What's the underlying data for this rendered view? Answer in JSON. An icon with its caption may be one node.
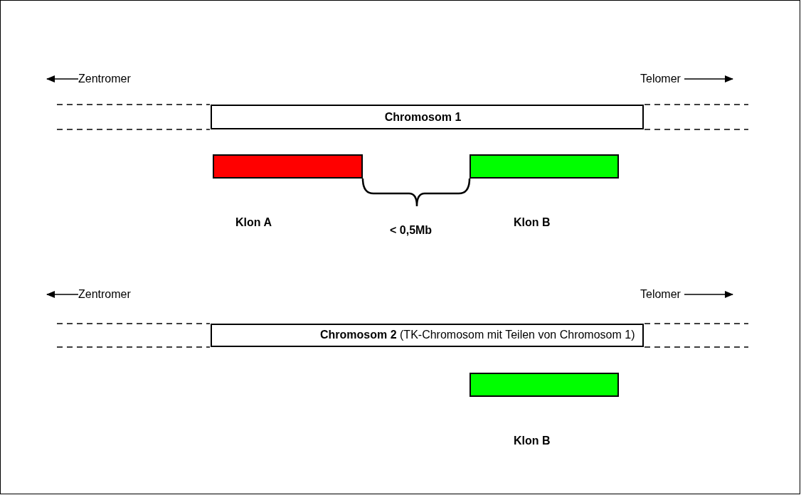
{
  "diagram": {
    "nodes": [
      {
        "text": [
          "Zentromer"
        ]
      },
      {
        "text": [
          "Telomer"
        ]
      },
      {
        "text": [
          "Chromosom 1"
        ]
      },
      {
        "text": [],
        "shape": "bar",
        "beside": [
          "Klon A"
        ]
      },
      {
        "text": [],
        "shape": "bar",
        "beside": [
          "Klon B"
        ]
      },
      {
        "text": [
          "Zentromer"
        ]
      },
      {
        "text": [
          "Telomer"
        ]
      },
      {
        "text": [
          "**Chromosom 2** (TK-Chromosom mit Teilen von Chromosom 1)"
        ]
      },
      {
        "text": [],
        "shape": "bar",
        "beside": [
          "Klon B"
        ]
      }
    ],
    "edges": [
      {
        "from": 0,
        "to": null,
        "arrow": "to"
      },
      {
        "from": 1,
        "to": null,
        "arrow": "to"
      },
      {
        "from": 5,
        "to": null,
        "arrow": "to"
      },
      {
        "from": 6,
        "to": null,
        "arrow": "to"
      }
    ],
    "labels": [
      "< 0,5Mb"
    ]
  }
}
